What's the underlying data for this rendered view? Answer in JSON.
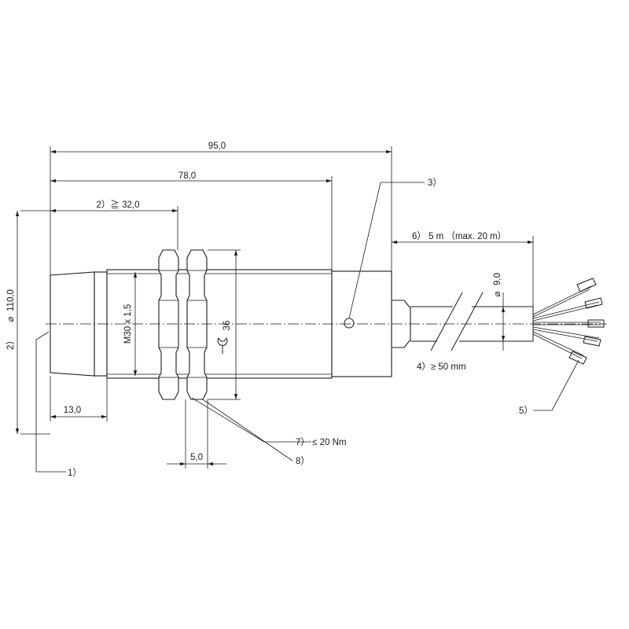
{
  "dimensions": {
    "total_length": "95,0",
    "body_length": "78,0",
    "thread_length": "2）≧ 32,0",
    "sensing_face": "13,0",
    "nut_width": "5,0",
    "nut_size": "36",
    "thread": "M30 x 1,5",
    "cable_diameter": "9,0",
    "cable_length": "6） 5 m （max. 20 m）",
    "bend_radius": "4）≥ 50 mm",
    "diameter_note_prefix": "2）",
    "diameter_value": "110,0"
  },
  "callouts": {
    "c1": "1）",
    "c3": "3）",
    "c5": "5）",
    "c7": "7）  ≤ 20 Nm",
    "c8": "8）"
  },
  "symbols": {
    "diameter": "⌀",
    "wrench": "wrench-icon"
  }
}
